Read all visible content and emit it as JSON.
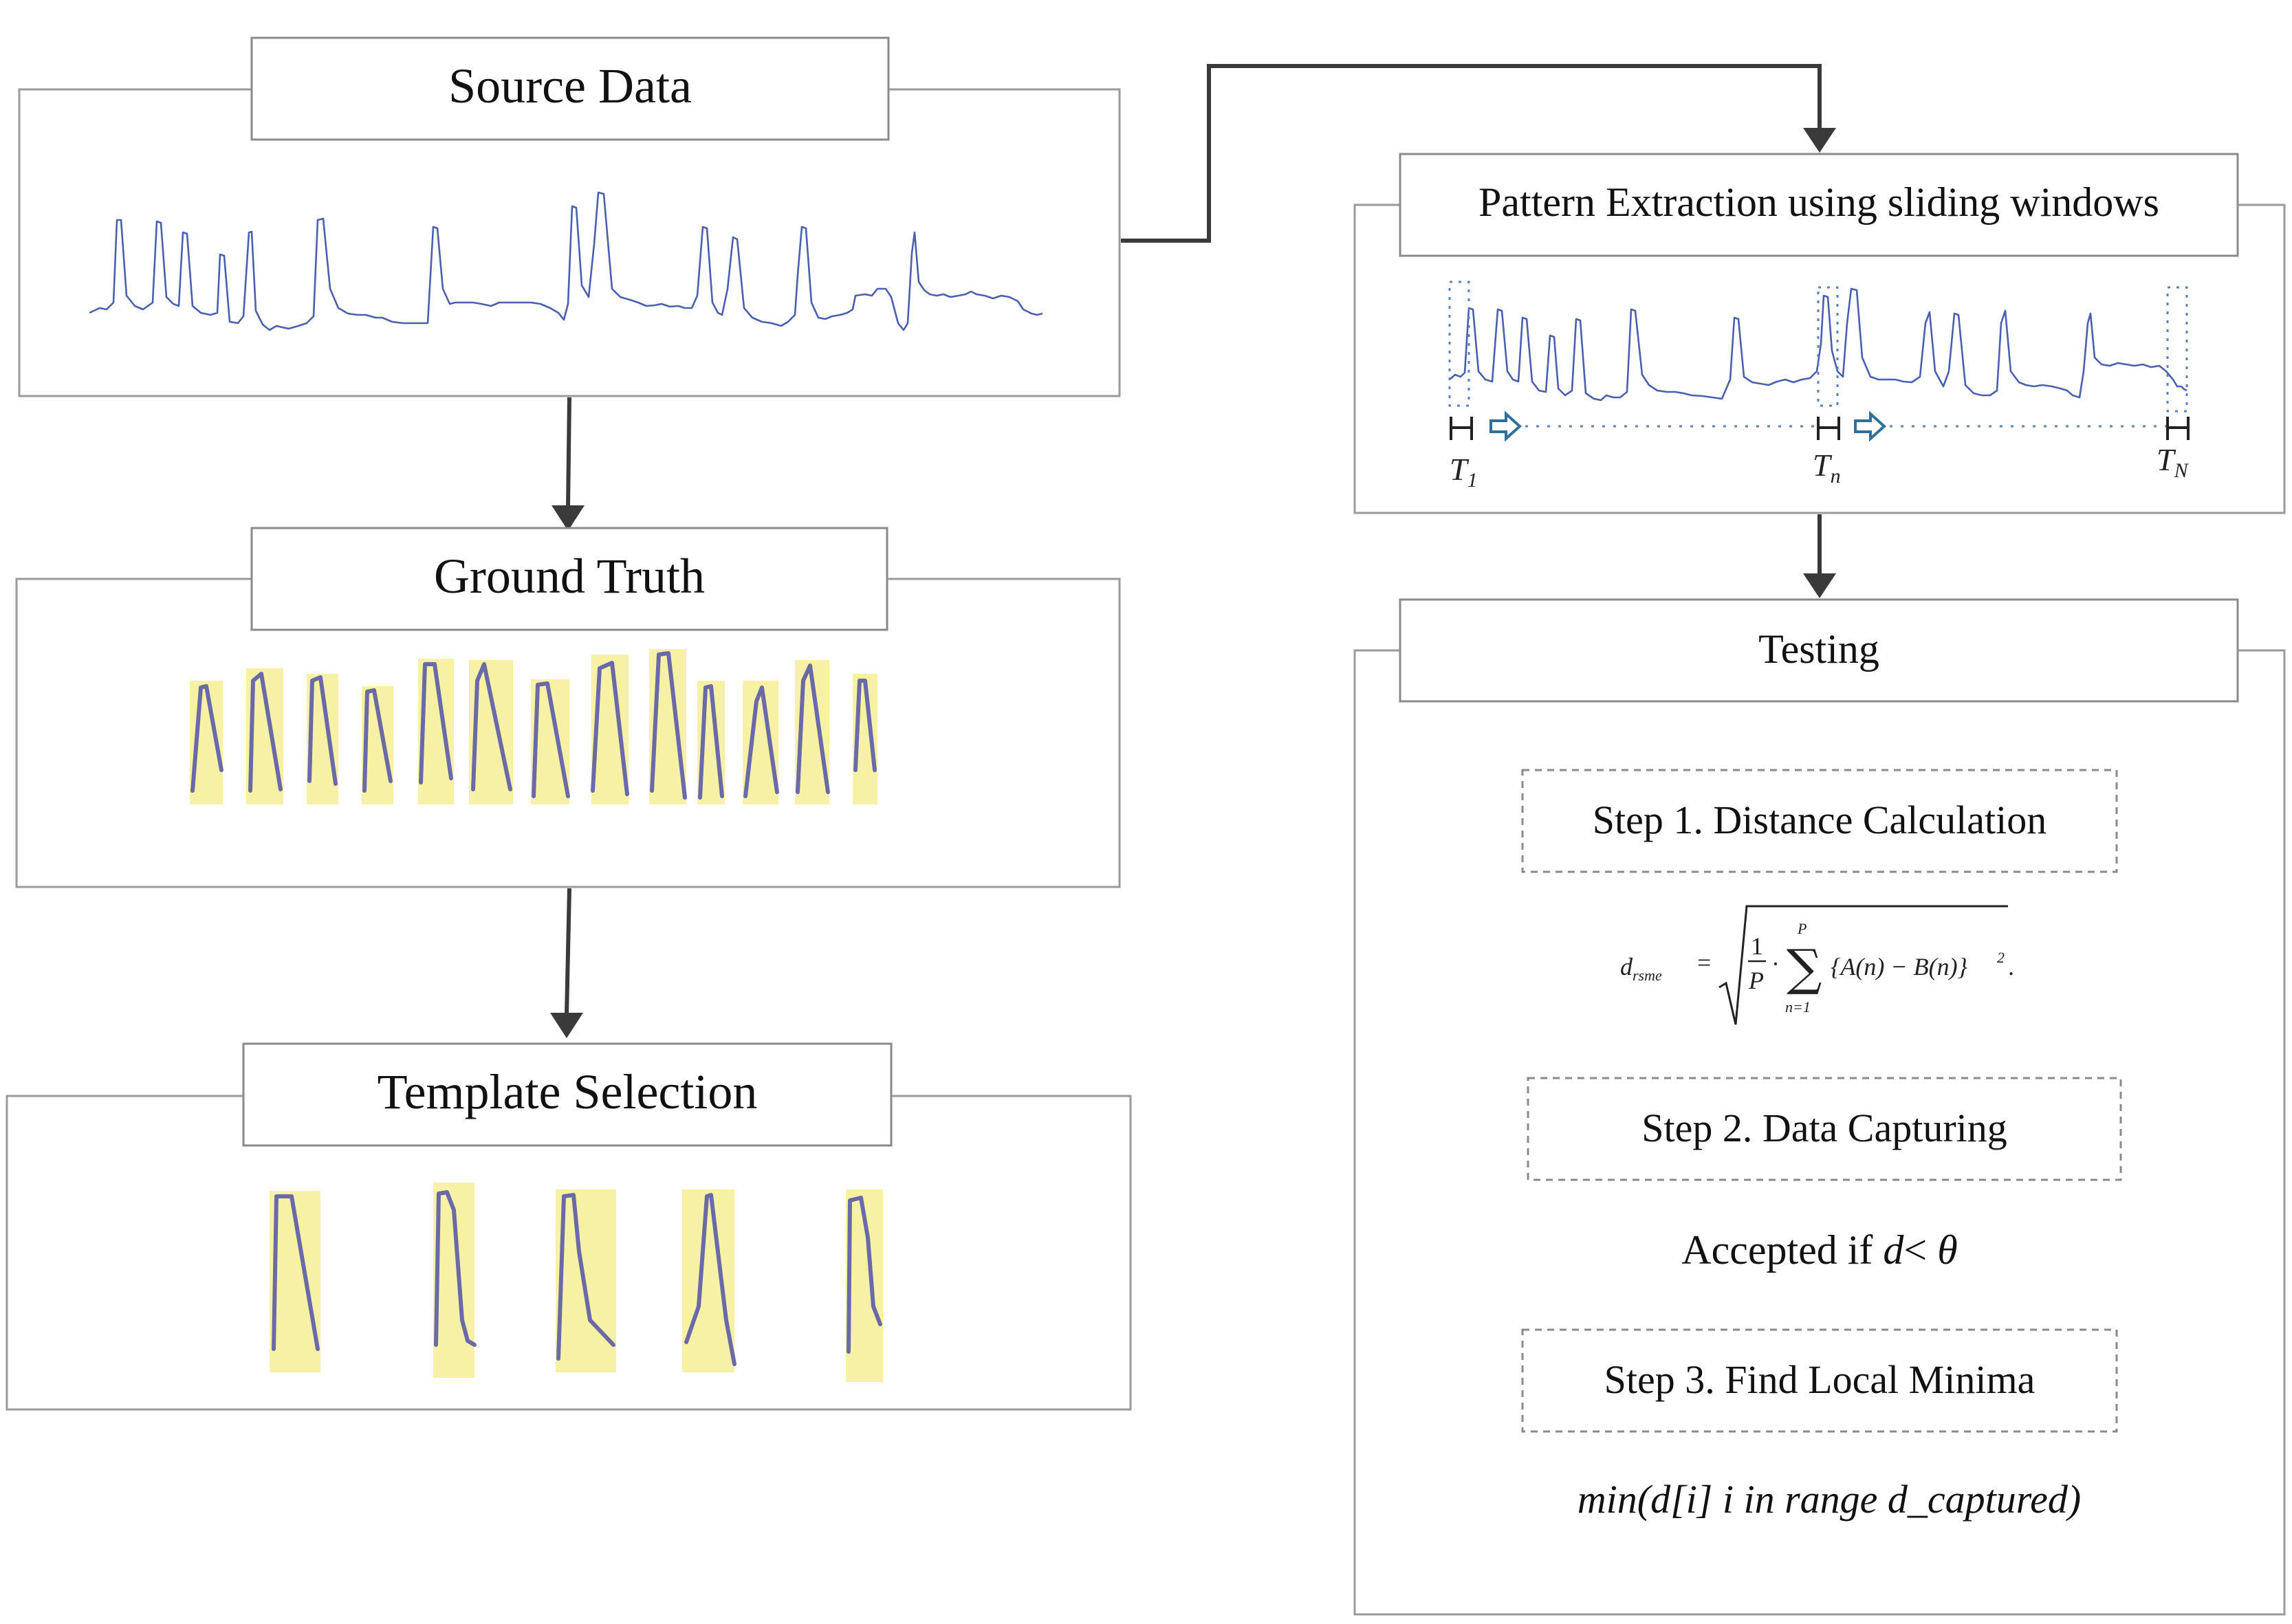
{
  "boxes": {
    "source_data": "Source Data",
    "ground_truth": "Ground Truth",
    "template_selection": "Template Selection",
    "pattern_extraction": "Pattern Extraction using sliding windows",
    "testing": "Testing"
  },
  "windows": {
    "t1": "T",
    "t1_sub": "1",
    "tn": "T",
    "tn_sub": "n",
    "tN": "T",
    "tN_sub": "N"
  },
  "testing_steps": {
    "step1": "Step 1. Distance Calculation",
    "step2": "Step 2. Data Capturing",
    "step3": "Step 3. Find Local Minima"
  },
  "formula": {
    "lhs": "d",
    "lhs_sub": "rsme",
    "equals": "=",
    "frac_num": "1",
    "frac_den": "P",
    "dot": "·",
    "sum_upper": "P",
    "sum_lower": "n=1",
    "body": "{A(n) − B(n)}",
    "power": "2",
    "end": "."
  },
  "acceptance": {
    "prefix": "Accepted if",
    "var": "d",
    "op": "<",
    "theta": "θ"
  },
  "minima_expr": "min(d[i] i in range d_captured)",
  "colors": {
    "signal": "#4a5fb0",
    "pattern": "#6a6aa8",
    "highlight": "#f7f1a6",
    "window": "#5b7fbf",
    "connector": "#3a3a3a"
  }
}
